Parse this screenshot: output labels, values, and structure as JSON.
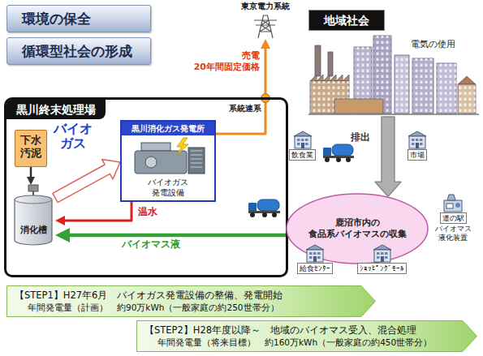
{
  "diagram": {
    "nodes": [
      {
        "text": [
          "環境の保全"
        ]
      },
      {
        "text": [
          "循環型社会の形成"
        ]
      },
      {
        "text": [
          "東京電力系統"
        ]
      },
      {
        "text": [
          "地域社会",
          "電気の使用"
        ]
      },
      {
        "text": [
          "黒川終末処理場"
        ]
      },
      {
        "text": [
          "下水 汚泥"
        ],
        "in": 4
      },
      {
        "text": [
          "消化槽"
        ],
        "in": 4
      },
      {
        "text": [
          "黒川消化ガス発電所",
          "バイオガス 発電設備"
        ],
        "in": 4
      },
      {
        "text": [
          "鹿沼市内の 食品系バイオマスの収集"
        ]
      },
      {
        "text": [
          "飲食業"
        ]
      },
      {
        "text": [
          "市場"
        ]
      },
      {
        "text": [
          "道の駅",
          "バイオマス 液化装置"
        ]
      },
      {
        "text": [
          "給食ｾﾝﾀｰ"
        ]
      },
      {
        "text": [
          "ｼｮｯﾋﾟﾝｸﾞﾓｰﾙ"
        ]
      },
      {
        "text": [
          "【STEP1】H27年6月　バイオガス発電設備の整備、発電開始",
          "年間発電量（計画）　約90万kWh（一般家庭の約250世帯分）"
        ]
      },
      {
        "text": [
          "【STEP2】H28年度以降～　地域のバイオマス受入、混合処理",
          "年間発電量（将来目標）　約160万kWh（一般家庭の約450世帯分）"
        ]
      }
    ],
    "edges": [
      {
        "from": 5,
        "to": 6,
        "arrow": "to"
      },
      {
        "from": 6,
        "to": 7,
        "label": "バイオ ガス",
        "arrow": "to"
      },
      {
        "from": 7,
        "to": 6,
        "label": "温水",
        "arrow": "to"
      },
      {
        "from": 8,
        "to": 6,
        "label": "バイオマス液",
        "arrow": "to"
      },
      {
        "from": 7,
        "to": 2,
        "label": "売電 20年間固定価格",
        "arrow": "to"
      },
      {
        "from": 3,
        "to": 8,
        "label": "排出",
        "arrow": "to"
      }
    ],
    "labels": [
      "系統連系"
    ]
  }
}
